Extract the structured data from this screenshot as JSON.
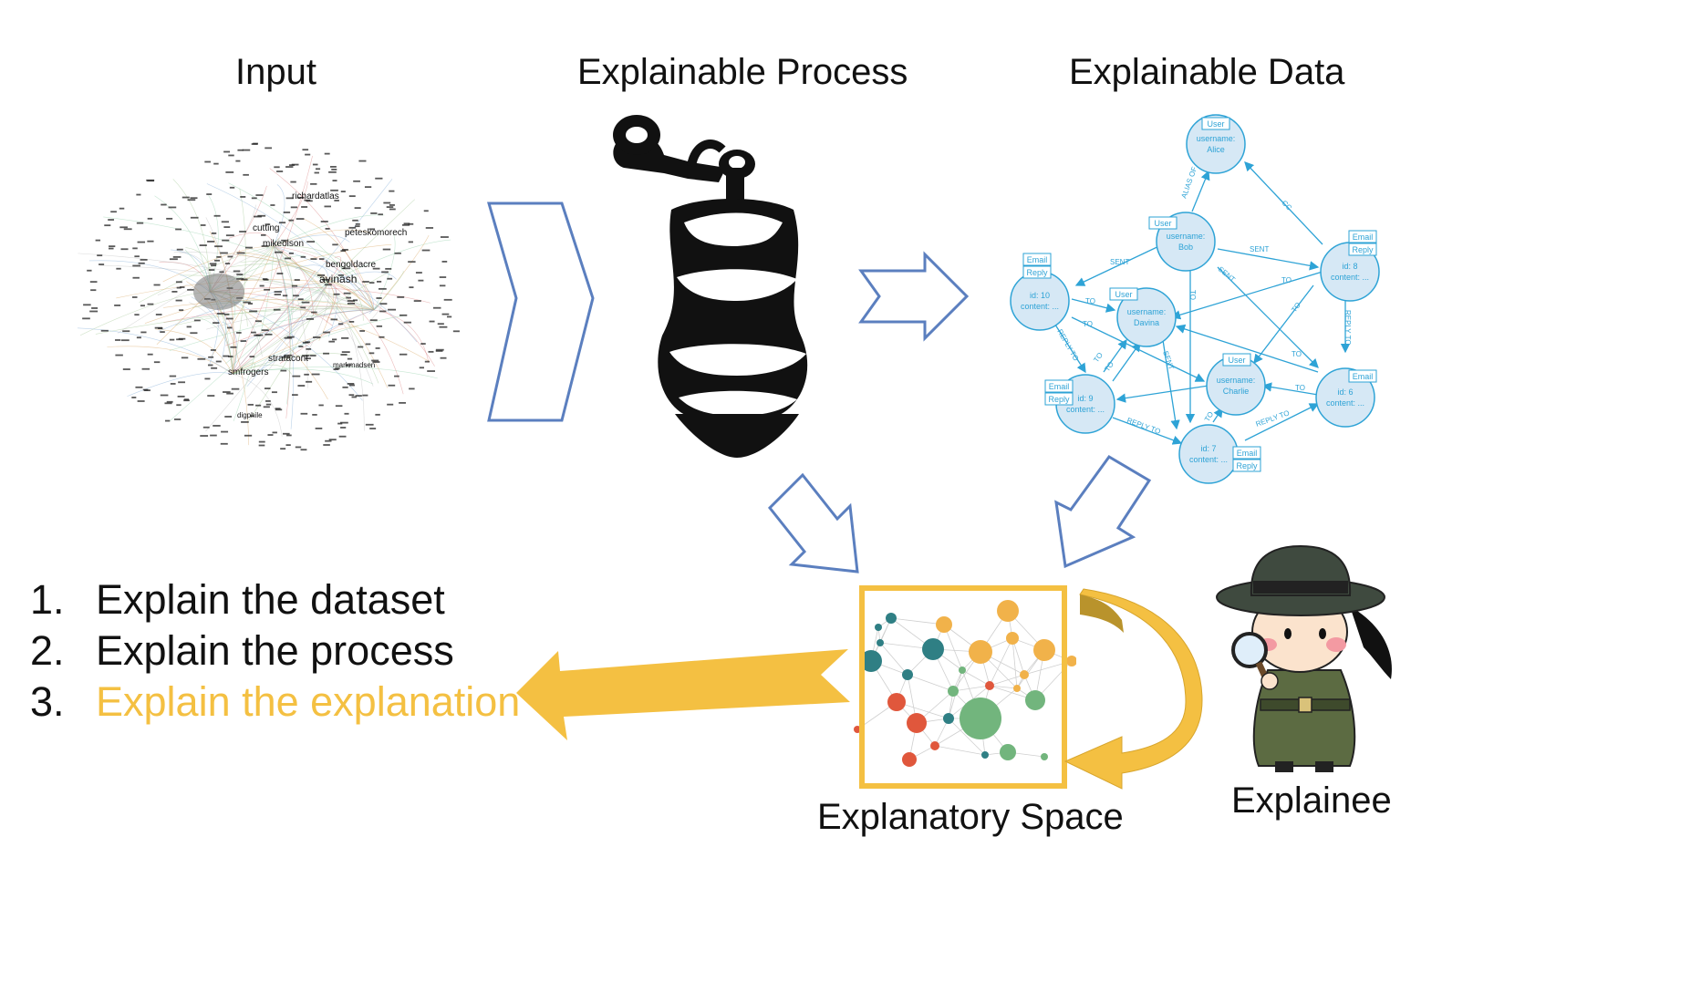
{
  "headings": {
    "input": "Input",
    "process": "Explainable Process",
    "data": "Explainable Data"
  },
  "captions": {
    "space": "Explanatory Space",
    "explainee": "Explainee"
  },
  "steps": [
    {
      "num": "1.",
      "text": "Explain the dataset"
    },
    {
      "num": "2.",
      "text": "Explain the process"
    },
    {
      "num": "3.",
      "text": "Explain the explanation"
    }
  ],
  "input_graph": {
    "labels": [
      "richardatlas",
      "cutting",
      "mikeolson",
      "peteskomorech",
      "bengoldacre",
      "avinash",
      "stratacont",
      "smfrogers",
      "markmadsen",
      "digphile"
    ]
  },
  "data_graph": {
    "nodes": [
      {
        "text": "username:\nAlice",
        "tags": [
          "User"
        ]
      },
      {
        "text": "username:\nBob",
        "tags": [
          "User"
        ]
      },
      {
        "text": "id: 10\ncontent: ...",
        "tags": [
          "Email",
          "Reply"
        ]
      },
      {
        "text": "username:\nDavina",
        "tags": [
          "User"
        ]
      },
      {
        "text": "id: 8\ncontent: ...",
        "tags": [
          "Email",
          "Reply"
        ]
      },
      {
        "text": "username:\nCharlie",
        "tags": [
          "User"
        ]
      },
      {
        "text": "id: 9\ncontent: ...",
        "tags": [
          "Email",
          "Reply"
        ]
      },
      {
        "text": "id: 6\ncontent: ...",
        "tags": [
          "Email"
        ]
      },
      {
        "text": "id: 7\ncontent: ...",
        "tags": [
          "Email",
          "Reply"
        ]
      }
    ],
    "edge_labels": [
      "ALIAS OF",
      "CC",
      "SENT",
      "SENT",
      "SENT",
      "SENT",
      "TO",
      "TO",
      "TO",
      "TO",
      "TO",
      "TO",
      "TO",
      "TO",
      "TO",
      "TO",
      "REPLY TO",
      "REPLY TO",
      "REPLY TO",
      "REPLY TO"
    ]
  },
  "colors": {
    "arrow_outline": "#5b7fbf",
    "accent": "#f4c042",
    "node_fill": "#d6e8f5",
    "node_stroke": "#2ea3d6",
    "dot_teal": "#2f7f84",
    "dot_orange": "#f1b24a",
    "dot_red": "#e0573c",
    "dot_green": "#72b57d"
  }
}
